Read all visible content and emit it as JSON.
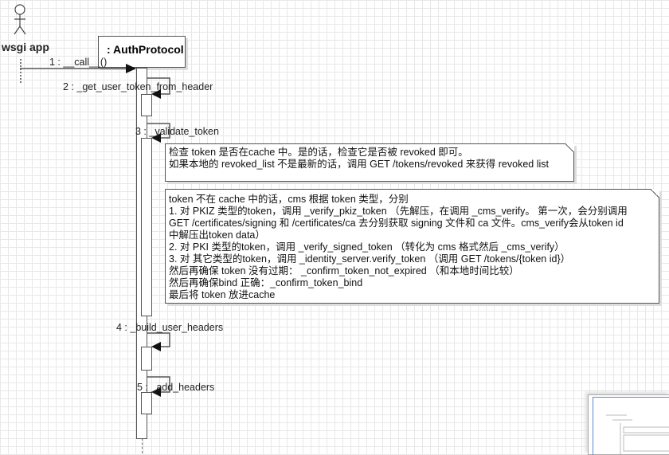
{
  "actor": {
    "name": "wsgi app"
  },
  "object": {
    "name": ": AuthProtocol"
  },
  "messages": [
    {
      "label": "1 : __call__()"
    },
    {
      "label": "2 : _get_user_token_from_header"
    },
    {
      "label": "3 : _validate_token"
    },
    {
      "label": "4 : _build_user_headers"
    },
    {
      "label": "5 : _add_headers"
    }
  ],
  "notes": [
    {
      "lines": [
        "检查 token 是否在cache 中。是的话，检查它是否被 revoked 即可。",
        "如果本地的 revoked_list 不是最新的话，调用 GET /tokens/revoked 来获得 revoked list"
      ]
    },
    {
      "lines": [
        "token 不在 cache 中的话，cms 根据 token 类型，分别",
        "1. 对 PKIZ 类型的token，调用 _verify_pkiz_token （先解压，在调用 _cms_verify。 第一次，会分别调用",
        "GET /certificates/signing 和 /certificates/ca 去分别获取 signing 文件和 ca 文件。cms_verify会从token id",
        "中解压出token data）",
        "2. 对 PKI 类型的token，调用 _verify_signed_token （转化为 cms 格式然后 _cms_verify）",
        "3. 对 其它类型的token，调用 _identity_server.verify_token （调用 GET /tokens/{token id}）",
        "然后再确保 token 没有过期： _confirm_token_not_expired （和本地时间比较）",
        "然后再确保bind 正确：_confirm_token_bind",
        "最后将 token 放进cache"
      ]
    }
  ]
}
